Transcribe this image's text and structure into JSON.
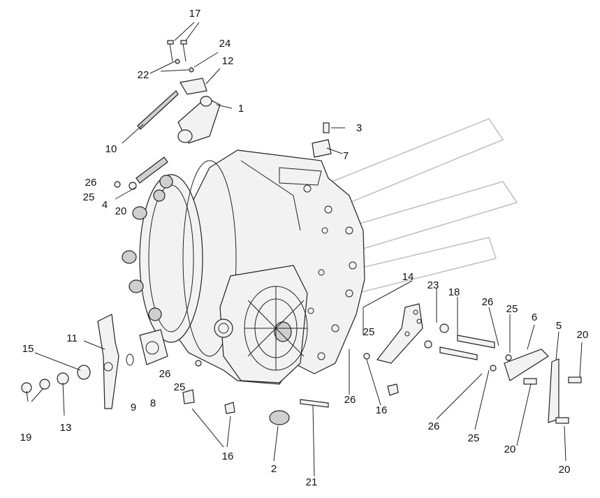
{
  "callouts": [
    {
      "id": "c17",
      "text": "17"
    },
    {
      "id": "c24",
      "text": "24"
    },
    {
      "id": "c22",
      "text": "22"
    },
    {
      "id": "c12",
      "text": "12"
    },
    {
      "id": "c1",
      "text": "1"
    },
    {
      "id": "c10",
      "text": "10"
    },
    {
      "id": "c3",
      "text": "3"
    },
    {
      "id": "c7",
      "text": "7"
    },
    {
      "id": "c26a",
      "text": "26"
    },
    {
      "id": "c25a",
      "text": "25"
    },
    {
      "id": "c4",
      "text": "4"
    },
    {
      "id": "c20a",
      "text": "20"
    },
    {
      "id": "c14",
      "text": "14"
    },
    {
      "id": "c23",
      "text": "23"
    },
    {
      "id": "c18",
      "text": "18"
    },
    {
      "id": "c26b",
      "text": "26"
    },
    {
      "id": "c25b",
      "text": "25"
    },
    {
      "id": "c6",
      "text": "6"
    },
    {
      "id": "c5",
      "text": "5"
    },
    {
      "id": "c20b",
      "text": "20"
    },
    {
      "id": "c11",
      "text": "11"
    },
    {
      "id": "c15",
      "text": "15"
    },
    {
      "id": "c25c",
      "text": "25"
    },
    {
      "id": "c26c",
      "text": "26"
    },
    {
      "id": "c9",
      "text": "9"
    },
    {
      "id": "c8",
      "text": "8"
    },
    {
      "id": "c26d",
      "text": "26"
    },
    {
      "id": "c25d",
      "text": "25"
    },
    {
      "id": "c16a",
      "text": "16"
    },
    {
      "id": "c26e",
      "text": "26"
    },
    {
      "id": "c25e",
      "text": "25"
    },
    {
      "id": "c20c",
      "text": "20"
    },
    {
      "id": "c20d",
      "text": "20"
    },
    {
      "id": "c19",
      "text": "19"
    },
    {
      "id": "c13",
      "text": "13"
    },
    {
      "id": "c16b",
      "text": "16"
    },
    {
      "id": "c2",
      "text": "2"
    },
    {
      "id": "c21",
      "text": "21"
    }
  ]
}
